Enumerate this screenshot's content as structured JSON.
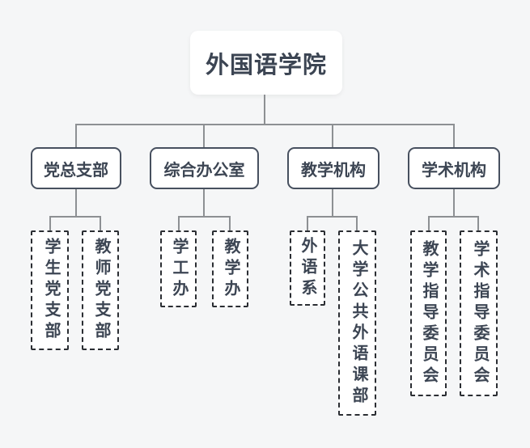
{
  "org": {
    "title": "外国语学院",
    "branches": [
      {
        "label": "党总支部",
        "children": [
          {
            "label": "学生党支部"
          },
          {
            "label": "教师党支部"
          }
        ]
      },
      {
        "label": "综合办公室",
        "children": [
          {
            "label": "学工办"
          },
          {
            "label": "教学办"
          }
        ]
      },
      {
        "label": "教学机构",
        "children": [
          {
            "label": "外语系"
          },
          {
            "label": "大学公共外语课部"
          }
        ]
      },
      {
        "label": "学术机构",
        "children": [
          {
            "label": "教学指导委员会"
          },
          {
            "label": "学术指导委员会"
          }
        ]
      }
    ]
  },
  "colors": {
    "background": "#f5f6f7",
    "node_fill": "#ffffff",
    "solid_border": "#47505f",
    "dashed_border": "#2b2e33",
    "connector": "#8d9093",
    "text": "#3c4553"
  }
}
